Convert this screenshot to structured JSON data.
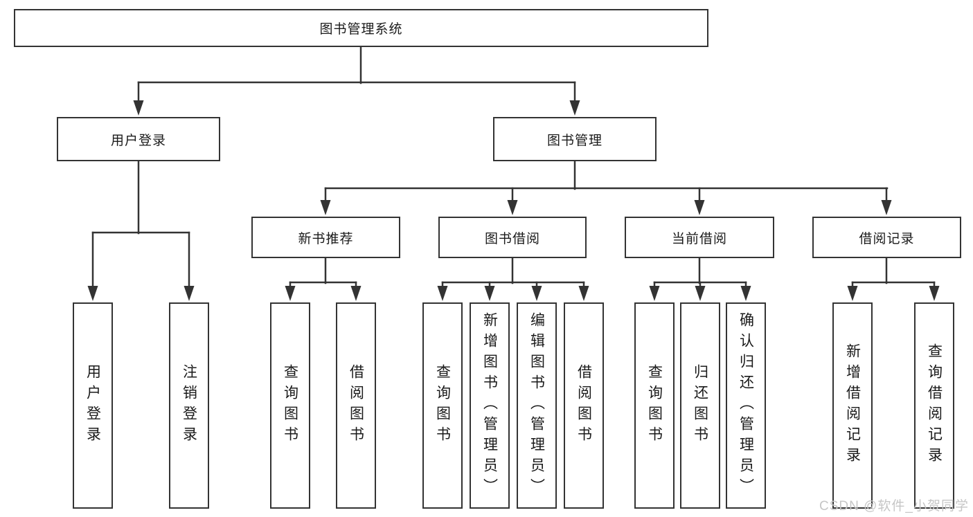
{
  "diagram": {
    "root": {
      "label": "图书管理系统"
    },
    "branches": [
      {
        "label": "用户登录",
        "leaves": [
          "用户登录",
          "注销登录"
        ]
      },
      {
        "label": "图书管理",
        "children": [
          {
            "label": "新书推荐",
            "leaves": [
              "查询图书",
              "借阅图书"
            ]
          },
          {
            "label": "图书借阅",
            "leaves": [
              "查询图书",
              "新增图书（管理员）",
              "编辑图书（管理员）",
              "借阅图书"
            ]
          },
          {
            "label": "当前借阅",
            "leaves": [
              "查询图书",
              "归还图书",
              "确认归还（管理员）"
            ]
          },
          {
            "label": "借阅记录",
            "leaves": [
              "新增借阅记录",
              "查询借阅记录"
            ]
          }
        ]
      }
    ]
  },
  "watermark": {
    "text": "CSDN @软件_小贺同学"
  },
  "colors": {
    "line": "#333333",
    "box_border": "#333333",
    "box_fill": "#ffffff",
    "text": "#1a1a1a",
    "watermark": "#c6c6c6"
  }
}
